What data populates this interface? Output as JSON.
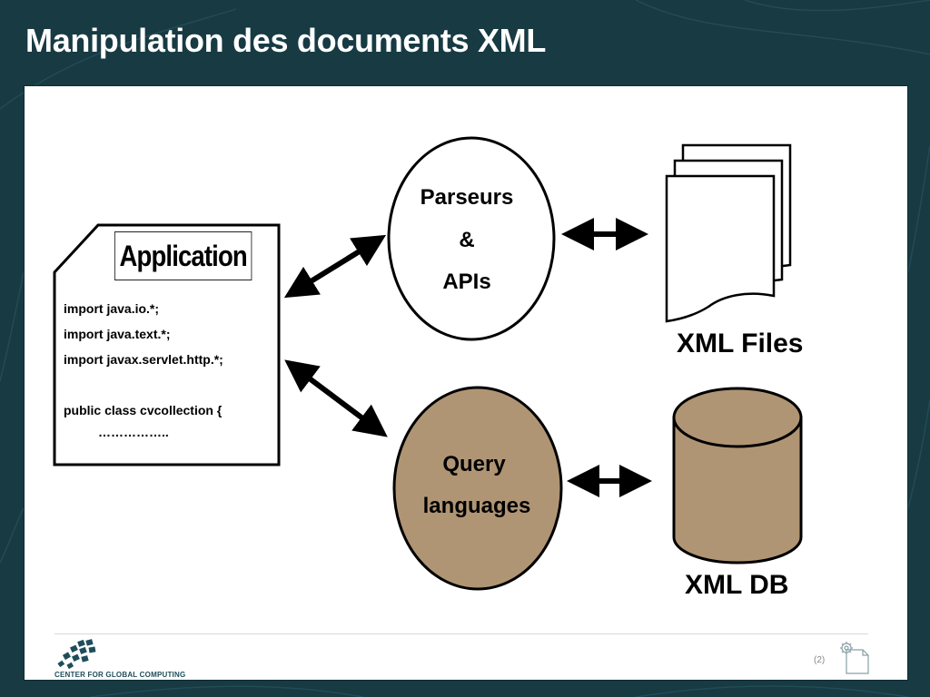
{
  "slide": {
    "title": "Manipulation des documents XML",
    "page_number": "(2)"
  },
  "application": {
    "title": "Application",
    "code_lines": [
      "import java.io.*;",
      "import java.text.*;",
      "import javax.servlet.http.*;"
    ],
    "class_line": "public class cvcollection  {",
    "dots": "……………..",
    "colors": {
      "stroke": "#000000",
      "fill": "#ffffff"
    }
  },
  "parsers": {
    "line1": "Parseurs",
    "line2": "&",
    "line3": "APIs",
    "fill": "#ffffff"
  },
  "query": {
    "line1": "Query",
    "line2": "languages",
    "fill": "#b09574"
  },
  "xml_files": {
    "label": "XML Files"
  },
  "xml_db": {
    "label": "XML DB",
    "fill": "#b09574"
  },
  "footer": {
    "logo_text": "CENTER FOR GLOBAL COMPUTING",
    "logo_icon": "globe-tile-icon",
    "corner_icon": "page-gear-icon"
  },
  "theme": {
    "background": "#173a43",
    "panel": "#ffffff"
  }
}
